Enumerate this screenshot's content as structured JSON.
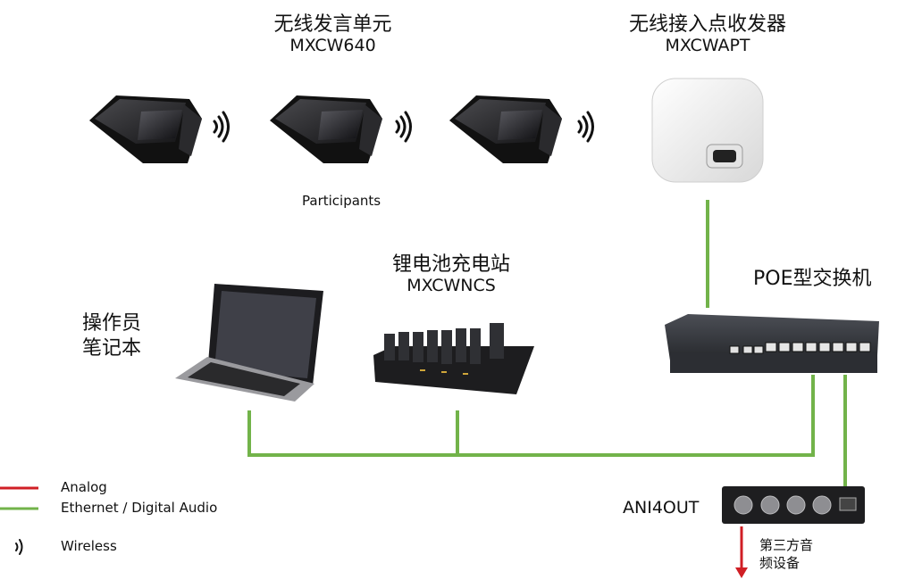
{
  "colors": {
    "ethernet": "#72b34a",
    "analog": "#d01f25",
    "device_dark": "#1b1b1d",
    "device_mid": "#3a3a3d",
    "ap_body": "#eeeeee"
  },
  "labels": {
    "mic_title": "无线发言单元",
    "mic_model": "MXCW640",
    "ap_title": "无线接入点收发器",
    "ap_model": "MXCWAPT",
    "participants": "Participants",
    "charger_title": "锂电池充电站",
    "charger_model": "MXCWNCS",
    "laptop_line1": "操作员",
    "laptop_line2": "笔记本",
    "switch_title": "POE型交换机",
    "ani_title": "ANI4OUT",
    "thirdparty_line1": "第三方音",
    "thirdparty_line2": "频设备"
  },
  "legend": [
    {
      "label": "Analog",
      "kind": "line",
      "color": "#d01f25"
    },
    {
      "label": "Ethernet / Digital Audio",
      "kind": "line",
      "color": "#72b34a"
    },
    {
      "label": "Wireless",
      "kind": "wireless-icon",
      "color": "#111111"
    }
  ]
}
